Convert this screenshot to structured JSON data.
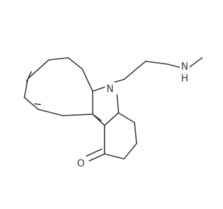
{
  "molecule": {
    "atoms": [
      {
        "id": "N1",
        "label": "N"
      },
      {
        "id": "N2",
        "label": "N"
      },
      {
        "id": "H2",
        "label": "H"
      },
      {
        "id": "O1",
        "label": "O"
      }
    ],
    "bond_color": "#3c3c3c",
    "background": "#ffffff"
  }
}
